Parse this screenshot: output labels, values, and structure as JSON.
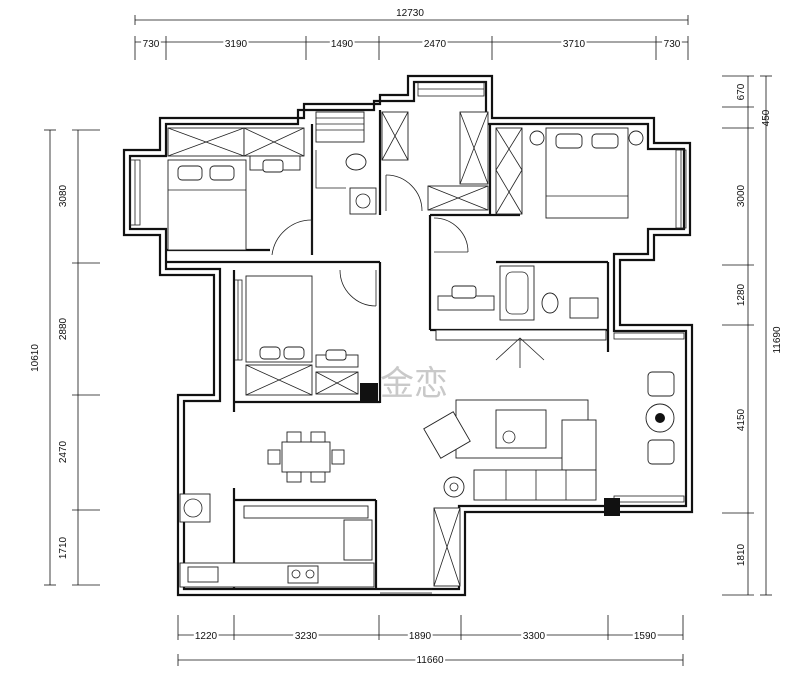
{
  "dimensions": {
    "top_total": "12730",
    "top_segments": [
      "730",
      "3190",
      "1490",
      "2470",
      "3710",
      "730"
    ],
    "bottom_total": "11660",
    "bottom_segments": [
      "1220",
      "3230",
      "1890",
      "3300",
      "1590"
    ],
    "left_total": "10610",
    "left_segments": [
      "3080",
      "2880",
      "2470",
      "1710"
    ],
    "right_total": "11690",
    "right_segments": [
      "670",
      "450",
      "3000",
      "1280",
      "4150",
      "1810"
    ]
  },
  "watermark": "金恋",
  "colors": {
    "line": "#111111",
    "background": "#ffffff",
    "watermark": "#c9c9c9"
  }
}
